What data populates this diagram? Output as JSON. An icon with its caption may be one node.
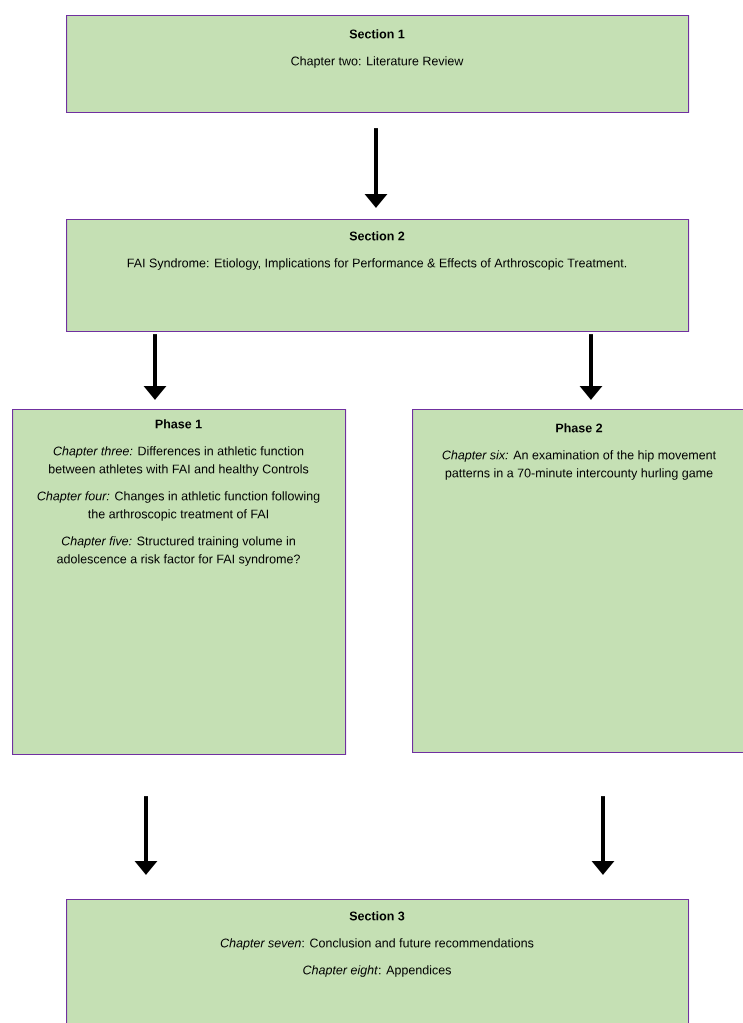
{
  "diagram": {
    "nodes": [
      {
        "text": [
          "Section 1",
          "Chapter two: Literature Review"
        ]
      },
      {
        "text": [
          "Section 2",
          "FAI Syndrome: Etiology, Implications for Performance & Effects of Arthroscopic Treatment."
        ]
      },
      {
        "text": [
          "Phase 1",
          "*Chapter three:* Differences in athletic function between athletes with FAI and healthy Controls",
          "*Chapter four:* Changes in athletic function following the arthroscopic treatment of FAI",
          "*Chapter five:* Structured training volume in adolescence a risk factor for FAI syndrome?"
        ]
      },
      {
        "text": [
          "Phase 2",
          "*Chapter six:* An examination of the hip movement patterns in a 70-minute intercounty hurling game"
        ]
      },
      {
        "text": [
          "Section 3",
          "*Chapter seven*: Conclusion and future recommendations",
          "*Chapter eight*: Appendices"
        ]
      }
    ],
    "edges": [
      {
        "from": 0,
        "to": 1,
        "arrow": "to"
      },
      {
        "from": 1,
        "to": 2,
        "arrow": "to"
      },
      {
        "from": 1,
        "to": 3,
        "arrow": "to"
      },
      {
        "from": 2,
        "to": 4,
        "arrow": "to"
      },
      {
        "from": 3,
        "to": 4,
        "arrow": "to"
      }
    ]
  }
}
